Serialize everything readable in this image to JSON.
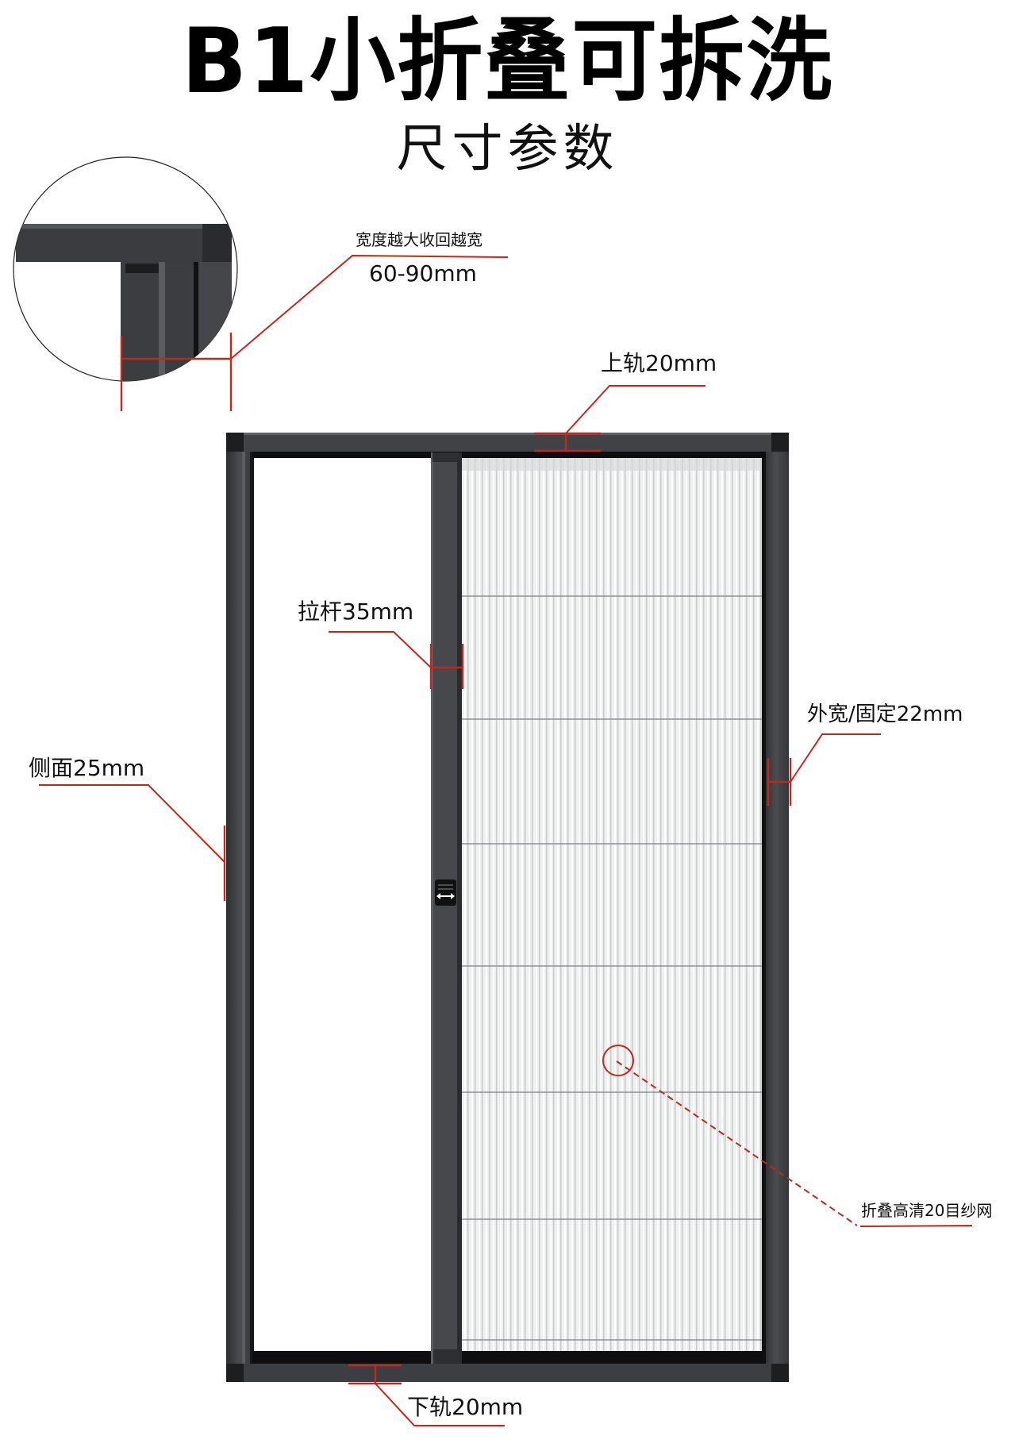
{
  "header": {
    "title": "B1小折叠可拆洗",
    "subtitle": "尺寸参数"
  },
  "detail_callout": {
    "note": "宽度越大收回越宽",
    "value": "60-90mm"
  },
  "annotations": {
    "top_rail": "上轨20mm",
    "pull_bar": "拉杆35mm",
    "side": "侧面25mm",
    "outer_width": "外宽/固定22mm",
    "mesh": "折叠高清20目纱网",
    "bottom_rail": "下轨20mm"
  },
  "colors": {
    "frame": "#3c3e42",
    "frame_dark": "#1e1f22",
    "dimension_line": "#c0281e",
    "mesh": "#e6e7e8",
    "background": "#ffffff"
  },
  "mesh": {
    "fold_line_count": 6
  }
}
